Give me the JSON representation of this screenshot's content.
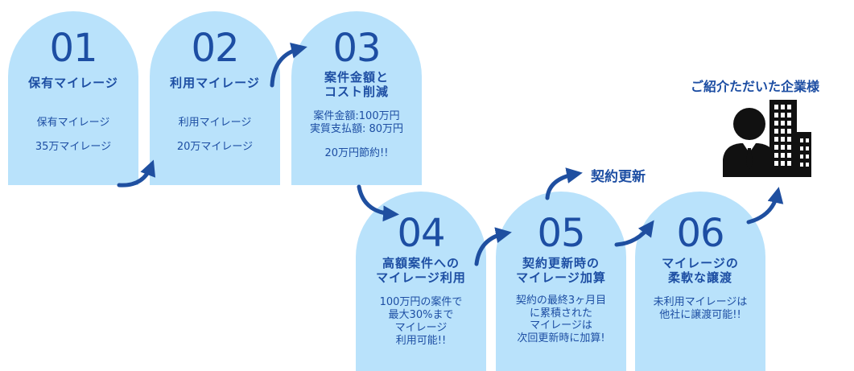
{
  "steps": [
    {
      "number": "01",
      "title": "保有マイレージ",
      "body": [
        "保有マイレージ",
        "35万マイレージ"
      ]
    },
    {
      "number": "02",
      "title": "利用マイレージ",
      "body": [
        "利用マイレージ",
        "20万マイレージ"
      ]
    },
    {
      "number": "03",
      "title": "案件金額と\nコスト削減",
      "body": [
        "案件金額:100万円",
        "実質支払額: 80万円",
        "20万円節約!!"
      ]
    },
    {
      "number": "04",
      "title": "高額案件への\nマイレージ利用",
      "body": [
        "100万円の案件で",
        "最大30%まで",
        "マイレージ",
        "利用可能!!"
      ]
    },
    {
      "number": "05",
      "title": "契約更新時の\nマイレージ加算",
      "body": [
        "契約の最終3ヶ月目",
        "に累積された",
        "マイレージは",
        "次回更新時に加算!"
      ]
    },
    {
      "number": "06",
      "title": "マイレージの\n柔軟な譲渡",
      "body": [
        "未利用マイレージは",
        "他社に譲渡可能!!"
      ]
    }
  ],
  "renewal_label": "契約更新",
  "company_label": "ご紹介ただいた企業様",
  "colors": {
    "card": "#b9e2fb",
    "text": "#1d4ea3",
    "arrow": "#1f4fa0",
    "icon": "#111111"
  }
}
